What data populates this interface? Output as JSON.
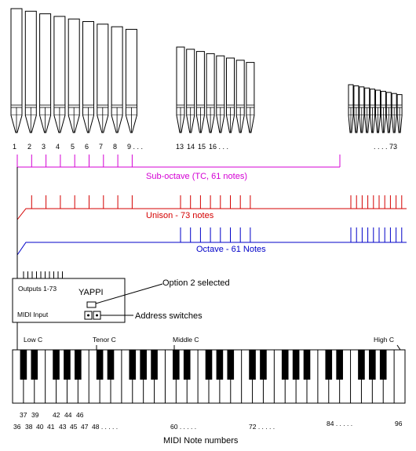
{
  "pipe_numbers": {
    "low_group": [
      "1",
      "2",
      "3",
      "4",
      "5",
      "6",
      "7",
      "8",
      "9 . . ."
    ],
    "mid_group": [
      "13",
      "14",
      "15",
      "16 . . ."
    ],
    "high_group": ". . . . 73"
  },
  "ranks": [
    {
      "label": "Sub-octave (TC, 61 notes)",
      "color": "#d400d4"
    },
    {
      "label": "Unison - 73 notes",
      "color": "#d40000"
    },
    {
      "label": "Octave - 61 Notes",
      "color": "#0000c8"
    }
  ],
  "device": {
    "title": "YAPPI",
    "outputs_label": "Outputs 1-73",
    "input_label": "MIDI Input"
  },
  "callouts": {
    "option": "Option 2 selected",
    "address": "Address switches"
  },
  "keyboard_markers": {
    "low": "Low C",
    "tenor": "Tenor C",
    "middle": "Middle C",
    "high": "High C"
  },
  "note_numbers": {
    "black_row": [
      "37",
      "39",
      "42",
      "44",
      "46"
    ],
    "white_row": [
      "36",
      "38",
      "40",
      "41",
      "43",
      "45",
      "47",
      "48 . . . . ."
    ],
    "mid_60": "60 . . . . .",
    "mid_72": "72 . . . . .",
    "mid_84": "84 . . . . .",
    "high_96": "96"
  },
  "footer": "MIDI Note numbers"
}
